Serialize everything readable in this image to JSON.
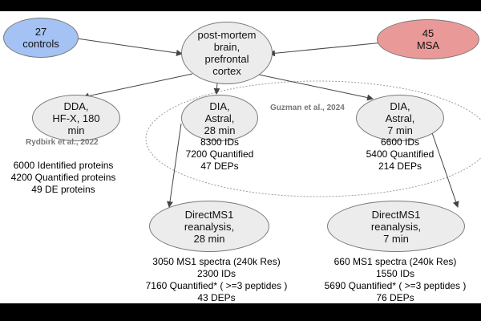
{
  "colors": {
    "controls_fill": "#a4c2f4",
    "msa_fill": "#ea9999",
    "node_fill": "#ececec",
    "cite_text": "#777777"
  },
  "nodes": {
    "controls": "27\ncontrols",
    "msa": "45\nMSA",
    "source": "post-mortem\nbrain,\nprefrontal\ncortex",
    "dda": "DDA,\nHF-X, 180\nmin",
    "dia28": "DIA,\nAstral,\n28 min",
    "dia7": "DIA,\nAstral,\n7 min",
    "direct28": "DirectMS1\nreanalysis,\n28 min",
    "direct7": "DirectMS1\nreanalysis,\n7 min"
  },
  "citations": {
    "rydbirk": "Rydbirk et al., 2022",
    "guzman": "Guzman et al., 2024"
  },
  "stats": {
    "dda": [
      "6000 Identified proteins",
      "4200 Quantified proteins",
      "49 DE proteins"
    ],
    "dia28": [
      "8300 IDs",
      "7200 Quantified",
      "47 DEPs"
    ],
    "dia7": [
      "6600 IDs",
      "5400 Quantified",
      "214 DEPs"
    ],
    "direct28": [
      "3050 MS1 spectra (240k Res)",
      "2300 IDs",
      "7160 Quantified* ( >=3 peptides )",
      "43 DEPs"
    ],
    "direct7": [
      "660 MS1 spectra (240k Res)",
      "1550 IDs",
      "5690 Quantified* ( >=3 peptides )",
      "76 DEPs"
    ]
  }
}
